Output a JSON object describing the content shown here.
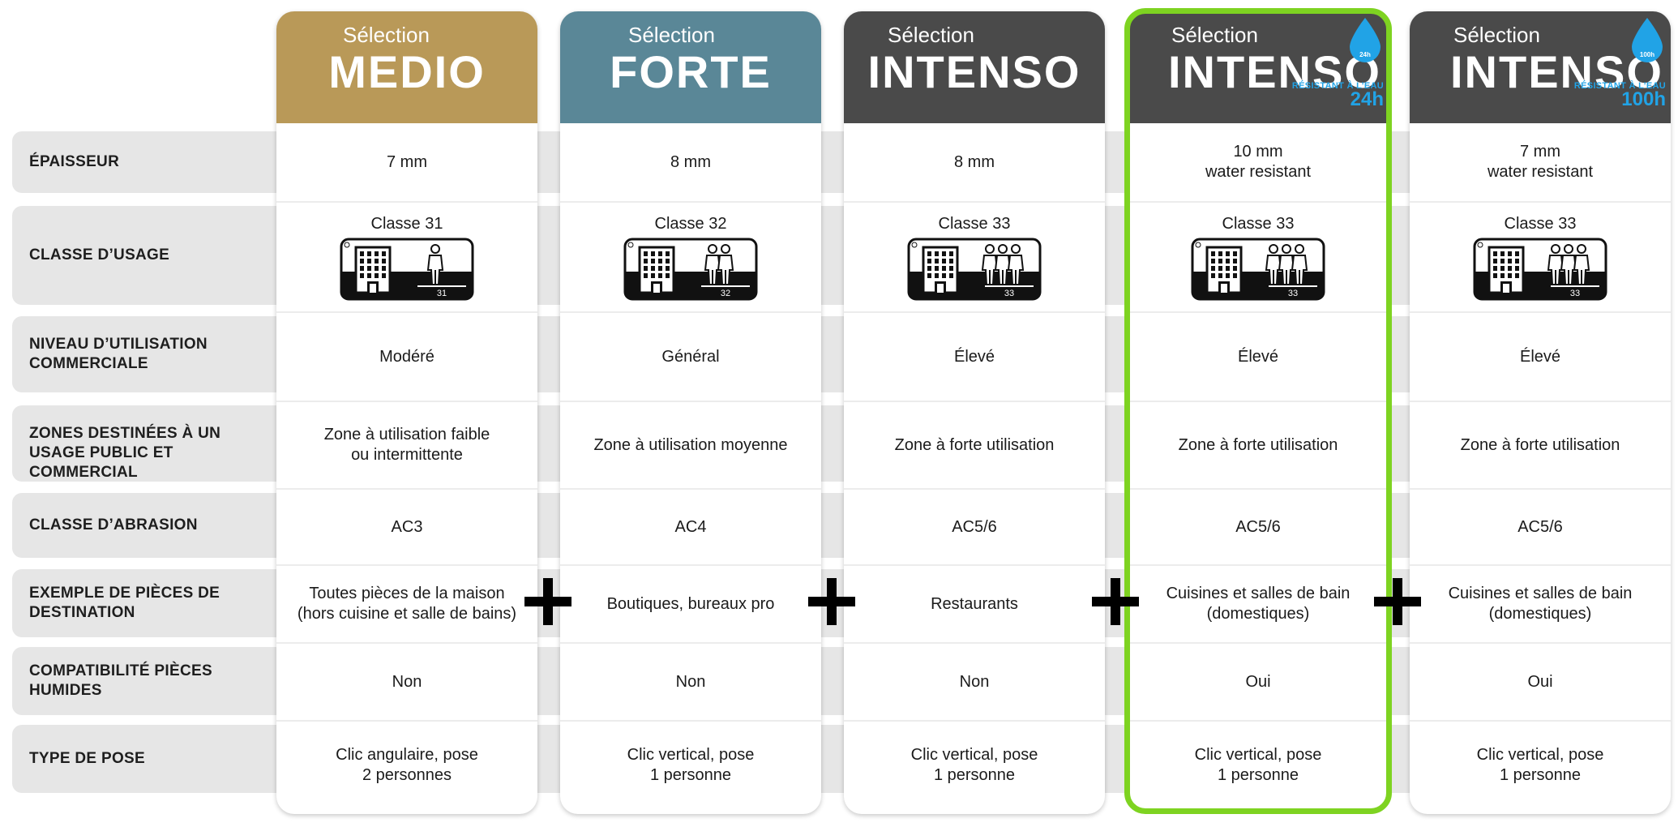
{
  "rows": [
    {
      "label": "ÉPAISSEUR"
    },
    {
      "label": "CLASSE D’USAGE"
    },
    {
      "label": "NIVEAU D’UTILISATION COMMERCIALE"
    },
    {
      "label": "ZONES DESTINÉES À UN USAGE PUBLIC ET COMMERCIAL"
    },
    {
      "label": "CLASSE D’ABRASION"
    },
    {
      "label": "EXEMPLE DE PIÈCES DE DESTINATION"
    },
    {
      "label": "COMPATIBILITÉ PIÈCES HUMIDES"
    },
    {
      "label": "TYPE DE POSE"
    }
  ],
  "products": [
    {
      "selection": "Sélection",
      "name": "MEDIO",
      "color": "#b99958",
      "epaisseur": "7 mm",
      "classe": "Classe 31",
      "class_number": "31",
      "people": 1,
      "niveau": "Modéré",
      "zones": "Zone à utilisation faible\nou intermittente",
      "abrasion": "AC3",
      "pieces": "Toutes pièces de la maison\n(hors cuisine et salle de bains)",
      "humides": "Non",
      "pose": "Clic angulaire, pose\n2 personnes"
    },
    {
      "selection": "Sélection",
      "name": "FORTE",
      "color": "#5a8797",
      "epaisseur": "8 mm",
      "classe": "Classe 32",
      "class_number": "32",
      "people": 2,
      "niveau": "Général",
      "zones": "Zone à utilisation moyenne",
      "abrasion": "AC4",
      "pieces": "Boutiques, bureaux pro",
      "humides": "Non",
      "pose": "Clic vertical, pose\n1 personne"
    },
    {
      "selection": "Sélection",
      "name": "INTENSO",
      "color": "#4a4a4a",
      "epaisseur": "8 mm",
      "classe": "Classe 33",
      "class_number": "33",
      "people": 3,
      "niveau": "Élevé",
      "zones": "Zone à forte utilisation",
      "abrasion": "AC5/6",
      "pieces": "Restaurants",
      "humides": "Non",
      "pose": "Clic vertical, pose\n1 personne"
    },
    {
      "selection": "Sélection",
      "name": "INTENSO",
      "color": "#4a4a4a",
      "badge_text": "RÉSISTANT À L’EAU",
      "badge_hours": "24h",
      "drop_hours": "24h",
      "epaisseur": "10 mm\nwater resistant",
      "classe": "Classe 33",
      "class_number": "33",
      "people": 3,
      "niveau": "Élevé",
      "zones": "Zone à forte utilisation",
      "abrasion": "AC5/6",
      "pieces": "Cuisines et salles de bain\n(domestiques)",
      "humides": "Oui",
      "pose": "Clic vertical, pose\n1 personne",
      "highlight_color": "#7ed321"
    },
    {
      "selection": "Sélection",
      "name": "INTENSO",
      "color": "#4a4a4a",
      "badge_text": "RÉSISTANT À L’EAU",
      "badge_hours": "100h",
      "drop_hours": "100h",
      "epaisseur": "7 mm\nwater resistant",
      "classe": "Classe 33",
      "class_number": "33",
      "people": 3,
      "niveau": "Élevé",
      "zones": "Zone à forte utilisation",
      "abrasion": "AC5/6",
      "pieces": "Cuisines et salles de bain\n(domestiques)",
      "humides": "Oui",
      "pose": "Clic vertical, pose\n1 personne"
    }
  ],
  "separator_icon": "plus-icon",
  "usage_icon": "usage-class-pictogram-icon",
  "water_icon": "water-drop-icon"
}
